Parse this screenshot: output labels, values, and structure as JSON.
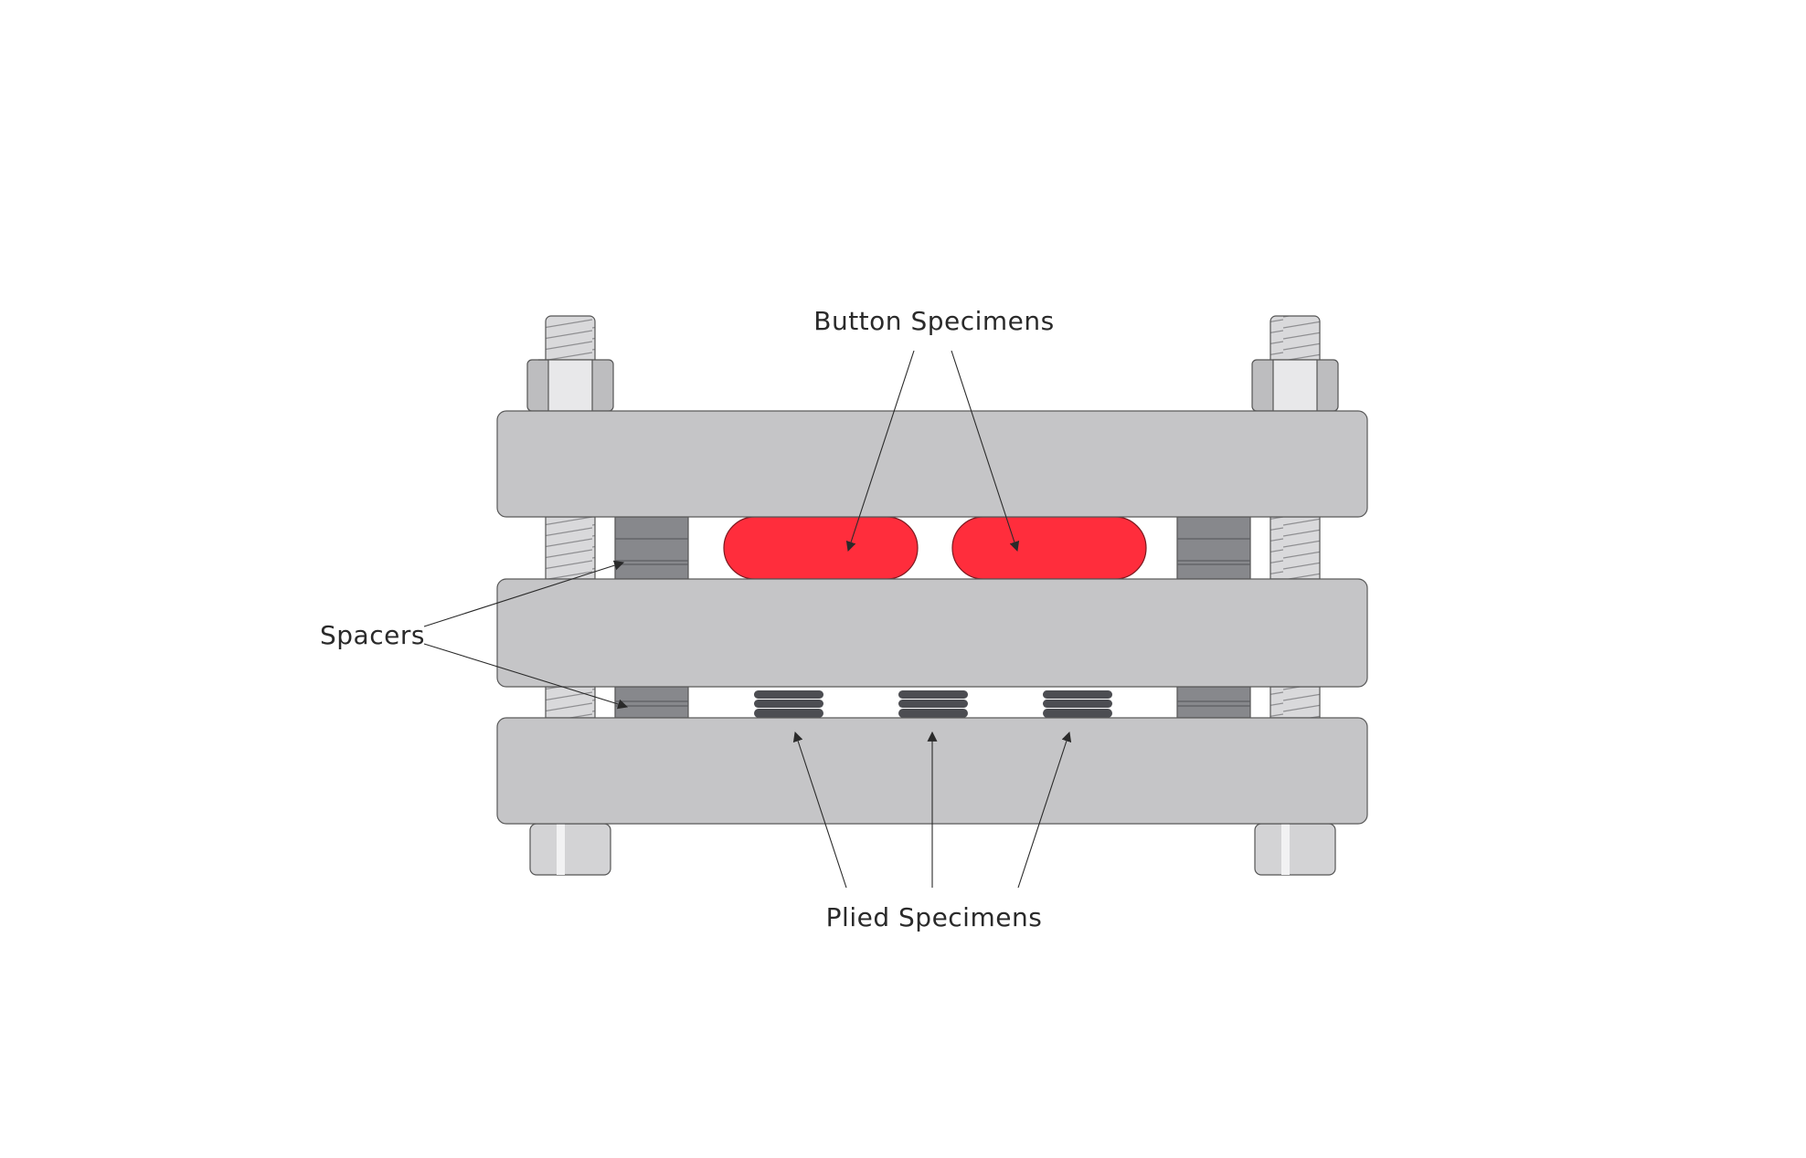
{
  "labels": {
    "button_specimens": "Button Specimens",
    "spacers": "Spacers",
    "plied_specimens": "Plied Specimens"
  },
  "colors": {
    "background": "#ffffff",
    "plate": "#c5c5c7",
    "button_specimen": "#ff2d3c",
    "spacer": "#87888c",
    "plied_specimen": "#4c4d52",
    "bolt": "#d9d9db",
    "nut": "#bdbdbf",
    "nut_face": "#e8e8ea",
    "text": "#2a2a2a"
  },
  "icons": {
    "bolt": "threaded-bolt-icon",
    "nut": "hex-nut-icon"
  }
}
